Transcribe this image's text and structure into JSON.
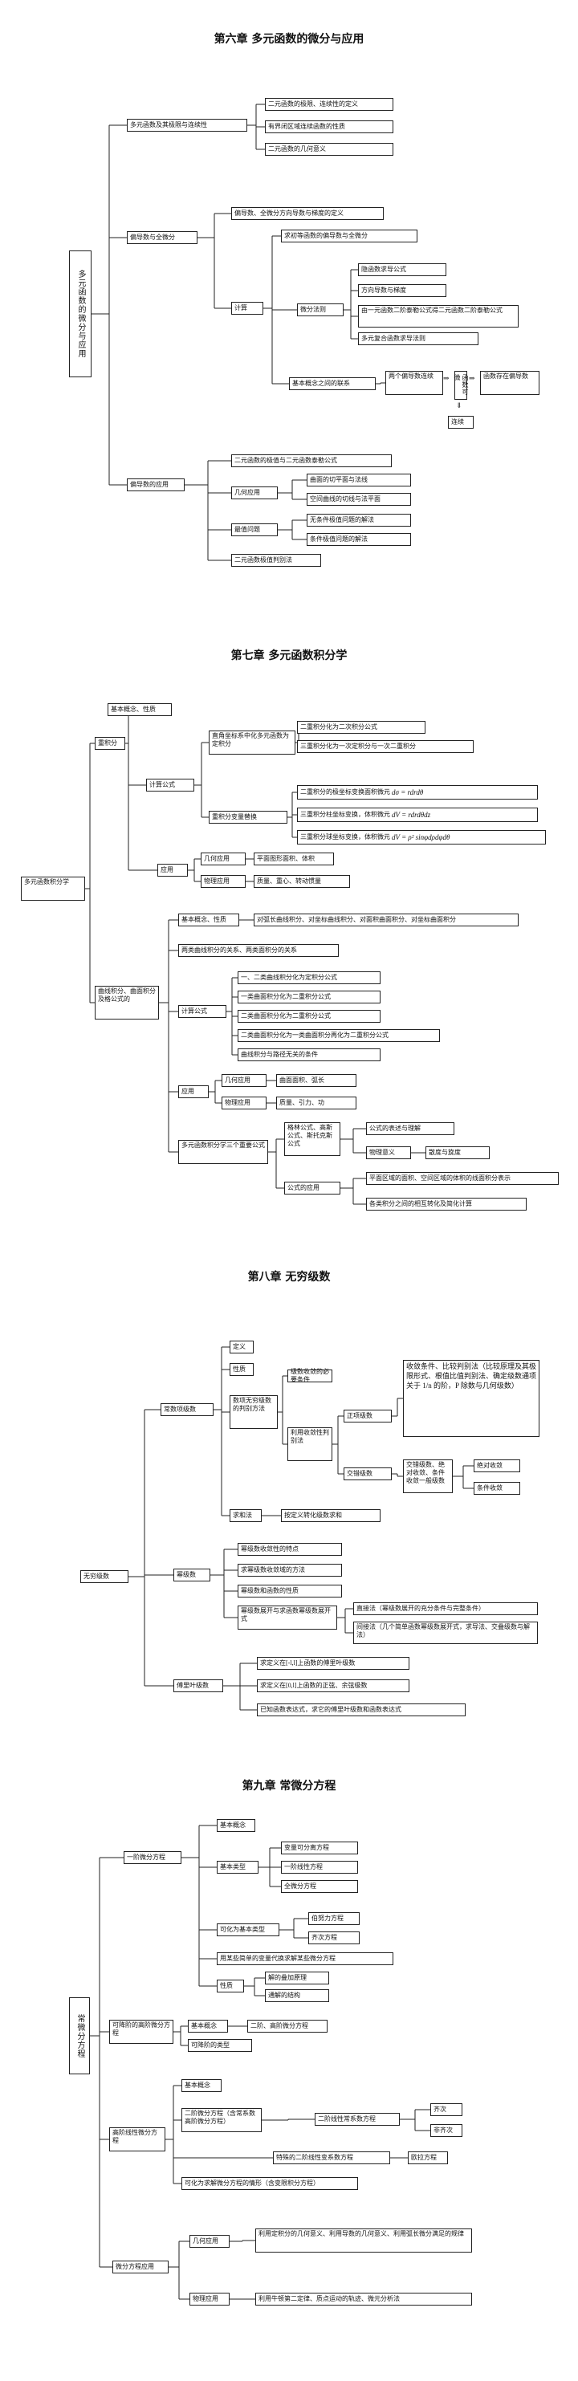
{
  "ch6": {
    "title": "第六章 多元函数的微分与应用",
    "root": "多元函数的微分与应用",
    "b1": "多元函数及其极限与连续性",
    "b1_1": "二元函数的极限、连续性的定义",
    "b1_2": "有界闭区域连续函数的性质",
    "b1_3": "二元函数的几何意义",
    "b2": "偏导数与全微分",
    "b2_1": "偏导数、全微分方向导数与梯度的定义",
    "b2_2": "计算",
    "b2_2_1": "求初等函数的偏导数与全微分",
    "b2_2_2": "微分法则",
    "b2_2_2_1": "隐函数求导公式",
    "b2_2_2_2": "方向导数与梯度",
    "b2_2_2_3": "由一元函数二阶泰勒公式得二元函数二阶泰勒公式",
    "b2_2_2_4": "多元复合函数求导法则",
    "b2_2_3": "基本概念之间的联系",
    "b2_2_3_1": "两个偏导数连续",
    "b2_2_3_2": "函数可微",
    "b2_2_3_3": "函数存在偏导数",
    "b2_2_3_4": "连续",
    "b3": "偏导数的应用",
    "b3_1": "二元函数的极值与二元函数泰勒公式",
    "b3_2": "几何应用",
    "b3_2_1": "曲面的切平面与法线",
    "b3_2_2": "空间曲线的切线与法平面",
    "b3_3": "最值问题",
    "b3_3_1": "无条件极值问题的解法",
    "b3_3_2": "条件极值问题的解法",
    "b3_4": "二元函数极值判别法"
  },
  "ch7": {
    "title": "第七章 多元函数积分学",
    "root": "多元函数积分学",
    "a": "重积分",
    "a1": "基本概念、性质",
    "a2": "计算公式",
    "a2_1": "直角坐标系中化多元函数为定积分",
    "a2_1_1": "二重积分化为二次积分公式",
    "a2_1_2": "三重积分化为一次定积分与一次二重积分",
    "a2_2": "重积分变量替换",
    "a2_2_1": "二重积分的极坐标变换面积微元",
    "a2_2_1m": "dσ = rdrdθ",
    "a2_2_2": "三重积分柱坐标变换，体积微元",
    "a2_2_2m": "dV = rdrdθdz",
    "a2_2_3": "三重积分球坐标变换，体积微元",
    "a2_2_3m": "dV = ρ² sinφdρdφdθ",
    "a3": "应用",
    "a3_1": "几何应用",
    "a3_1_1": "平面图形面积、体积",
    "a3_2": "物理应用",
    "a3_2_1": "质量、重心、转动惯量",
    "b": "曲线积分、曲面积分及格公式的",
    "b1": "基本概念、性质",
    "b1_1": "对弧长曲线积分、对坐标曲线积分、对面积曲面积分、对坐标曲面积分",
    "b2": "两类曲线积分的关系、两类面积分的关系",
    "b3": "计算公式",
    "b3_1": "一、二类曲线积分化为定积分公式",
    "b3_2": "一类曲面积分化为二重积分公式",
    "b3_3": "二类曲面积分化为二重积分公式",
    "b3_4": "二类曲面积分化为一类曲面积分再化为二重积分公式",
    "b3_5": "曲线积分与路径无关的条件",
    "b4": "应用",
    "b4_1": "几何应用",
    "b4_1_1": "曲面面积、弧长",
    "b4_2": "物理应用",
    "b4_2_1": "质量、引力、功",
    "b5": "多元函数积分学三个重要公式",
    "b5_1": "格林公式、高斯公式、斯托克斯公式",
    "b5_1_1": "公式的表述与理解",
    "b5_1_2": "物理意义",
    "b5_1_2_1": "散度与旋度",
    "b5_2": "公式的应用",
    "b5_2_1": "平面区域的面积、空间区域的体积的线面积分表示",
    "b5_2_2": "各类积分之间的相互转化及简化计算"
  },
  "ch8": {
    "title": "第八章 无穷级数",
    "root": "无穷级数",
    "a": "常数项级数",
    "a1": "定义",
    "a2": "性质",
    "a2_1": "数项无穷级数的判别方法",
    "a2_1_1": "级数收敛的必要条件",
    "a2_1_2": "利用收敛性判别法",
    "a2_2": "正项级数",
    "a2_2_1": "收敛条件、比较判别法（比较原理及其极限形式、根值比值判别法、确定级数通项关于 1/n 的阶，P 除数与几何级数）",
    "a2_3": "交错级数",
    "a2_3_1": "交错级数、绝对收敛、条件收敛一般级数",
    "a2_3_2": "绝对收敛",
    "a2_3_3": "条件收敛",
    "a3": "求和法",
    "a3_1": "按定义转化级数求和",
    "b": "幂级数",
    "b1": "幂级数收敛性的特点",
    "b2": "求幂级数收敛域的方法",
    "b3": "幂级数和函数的性质",
    "b4": "幂级数展开与求函数幂级数展开式",
    "b4_1": "直接法（幂级数展开的充分条件与完整条件）",
    "b4_2": "间接法（几个简单函数幂级数展开式，求导法、交叠级数与解法）",
    "c": "傅里叶级数",
    "c1": "求定义在[-l,l]上函数的傅里叶级数",
    "c2": "求定义在[0,l]上函数的正弦、余弦级数",
    "c3": "已知函数表达式，求它的傅里叶级数和函数表达式"
  },
  "ch9": {
    "title": "第九章 常微分方程",
    "root": "常微分方程",
    "a": "一阶微分方程",
    "a1": "基本概念",
    "a2": "基本类型",
    "a2_1": "变量可分离方程",
    "a2_2": "一阶线性方程",
    "a2_3": "全微分方程",
    "a3": "可化为基本类型",
    "a3_1": "伯努力方程",
    "a3_2": "齐次方程",
    "a4": "用某些简单的变量代换求解某些微分方程",
    "a5": "性质",
    "a5_1": "解的叠加原理",
    "a5_2": "通解的结构",
    "b": "可降阶的高阶微分方程",
    "b1": "基本概念",
    "b1_1": "二阶、高阶微分方程",
    "b2": "可降阶的类型",
    "c": "高阶线性微分方程",
    "c1": "基本概念",
    "c2": "二阶微分方程（含常系数高阶微分方程）",
    "c2_1": "二阶线性常系数方程",
    "c2_1_1": "齐次",
    "c2_1_2": "非齐次",
    "c3": "特殊的二阶线性变系数方程",
    "c3_1": "欧拉方程",
    "c4": "可化为求解微分方程的情形（含变限积分方程）",
    "d": "微分方程应用",
    "d1": "几何应用",
    "d1_1": "利用定积分的几何意义、利用导数的几何意义、利用弧长微分满足的规律",
    "d2": "物理应用",
    "d2_1": "利用牛顿第二定律、质点运动的轨迹、微元分析法"
  }
}
